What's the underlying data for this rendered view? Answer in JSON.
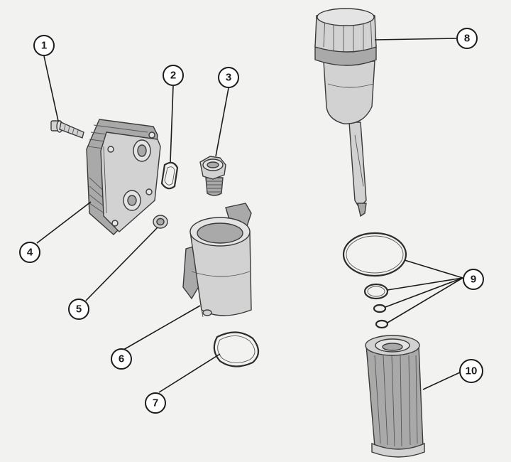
{
  "callouts": {
    "c1": "1",
    "c2": "2",
    "c3": "3",
    "c4": "4",
    "c5": "5",
    "c6": "6",
    "c7": "7",
    "c8": "8",
    "c9": "9",
    "c10": "10"
  },
  "parts": [
    "bolt-icon",
    "gasket-icon",
    "threaded-nipple-icon",
    "oil-cooler-icon",
    "seal-washer-icon",
    "filter-housing-icon",
    "housing-seal-ring-icon",
    "filter-cap-with-dipstick-icon",
    "o-ring-set-icon",
    "filter-element-icon"
  ]
}
